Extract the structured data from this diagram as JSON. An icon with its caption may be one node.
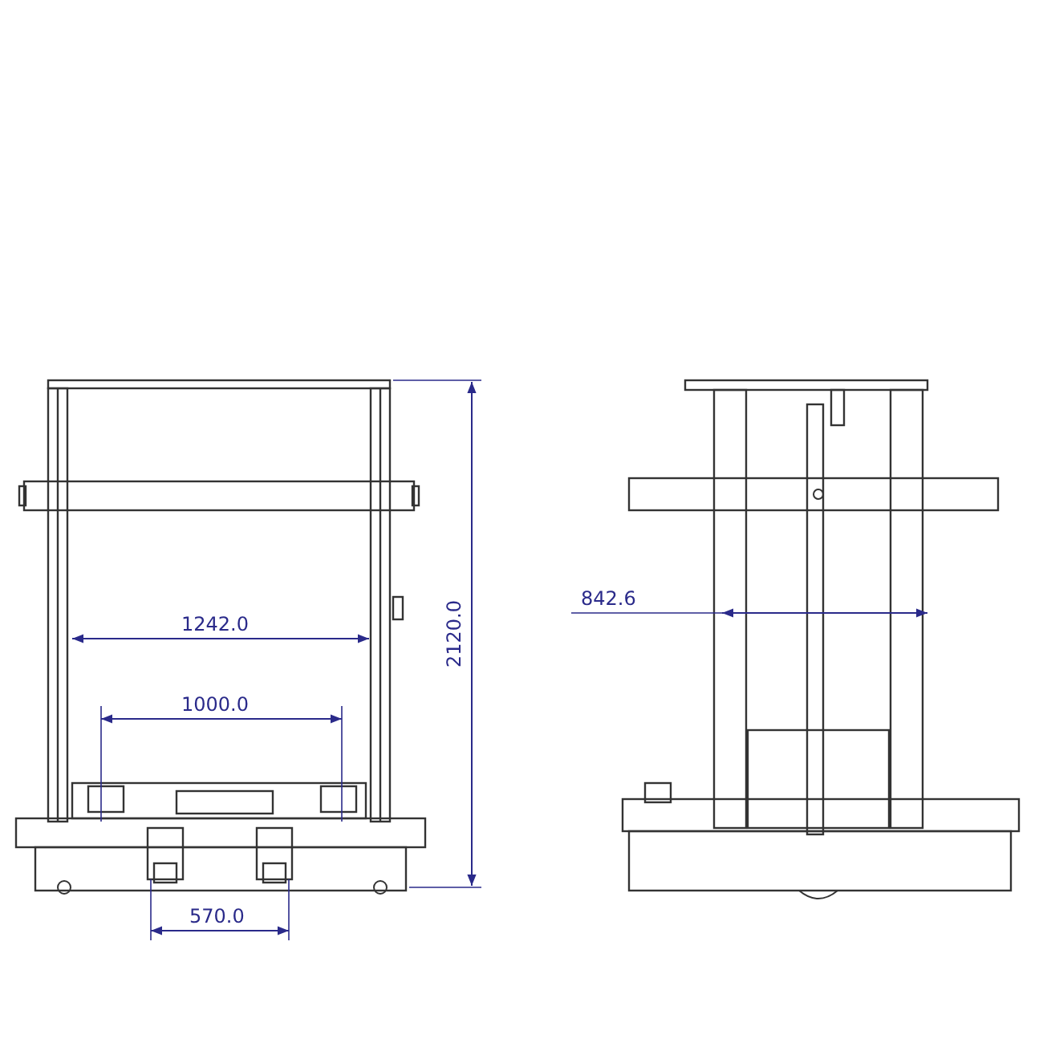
{
  "diagram": {
    "labels": [
      "1242.0",
      "1000.0",
      "570.0",
      "2120.0",
      "842.6"
    ]
  }
}
